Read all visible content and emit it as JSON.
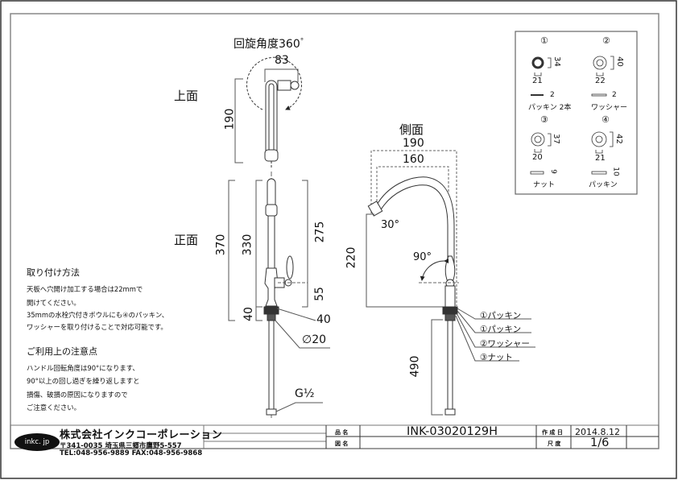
{
  "views": {
    "top": {
      "label": "上面",
      "rotation_label": "回旋角度360",
      "rotation_degree_mark": "°",
      "dim_width": "83",
      "dim_length": "190"
    },
    "front": {
      "label": "正面",
      "dim_total": "370",
      "dim_body": "330",
      "dim_spout": "275",
      "dim_handle": "55",
      "dim_base": "40",
      "dim_base_callout": "40",
      "dim_thread": "∅20",
      "dim_hose_fitting": "G½"
    },
    "side": {
      "label": "側面",
      "dim_outer_reach": "190",
      "dim_inner_reach": "160",
      "dim_height": "220",
      "dim_hose": "490",
      "angle_spout": "30°",
      "angle_handle": "90°",
      "callouts": [
        "①パッキン",
        "①パッキン",
        "②ワッシャー",
        "③ナット"
      ]
    }
  },
  "parts": [
    {
      "num": "①",
      "height": "34",
      "width": "21",
      "thickness": "2",
      "name": "パッキン 2本"
    },
    {
      "num": "②",
      "height": "40",
      "width": "22",
      "thickness": "2",
      "name": "ワッシャー"
    },
    {
      "num": "③",
      "height": "37",
      "width": "20",
      "thickness": "9",
      "name": "ナット"
    },
    {
      "num": "④",
      "height": "42",
      "width": "21",
      "thickness": "10",
      "name": "パッキン"
    }
  ],
  "notes": {
    "install_title": "取り付け方法",
    "install_lines": [
      "天板へ穴開け加工する場合は22mmで",
      "開けてください。",
      "35mmの水栓穴付きボウルにも④のパッキン、",
      "ワッシャーを取り付けることで対応可能です。"
    ],
    "caution_title": "ご利用上の注意点",
    "caution_lines": [
      "ハンドル回転角度は90°になります、",
      "90°以上の回し過ぎを繰り返しますと",
      "損傷、破損の原因になりますので",
      "ご注意ください。"
    ]
  },
  "title_block": {
    "logo": "inkc. jp",
    "company": "株式会社インクコーポレーション",
    "address": "〒341-0035 埼玉県三郷市鷹野5-557",
    "contact": "TEL:048-956-9889  FAX:048-956-9868",
    "product_label": "品 名",
    "product_value": "INK-03020129H",
    "drawing_label": "図 名",
    "drawing_value": "",
    "date_label": "作 成 日",
    "date_value": "2014.8.12",
    "scale_label": "尺 度",
    "scale_value": "1/6"
  }
}
